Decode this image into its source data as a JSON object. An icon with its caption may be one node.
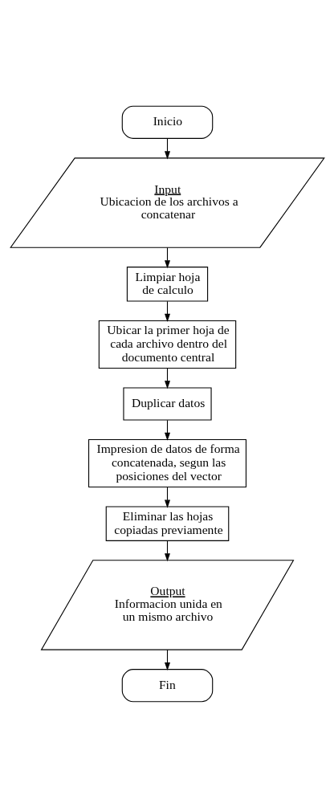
{
  "diagram": {
    "nodes": [
      {
        "text": [
          "Inicio"
        ]
      },
      {
        "text": [
          "Input",
          "Ubicacion de los archivos a concatenar"
        ]
      },
      {
        "text": [
          "Limpiar hoja de calculo"
        ]
      },
      {
        "text": [
          "Ubicar la primer hoja de cada archivo dentro del documento central"
        ]
      },
      {
        "text": [
          "Duplicar datos"
        ]
      },
      {
        "text": [
          "Impresion de datos de forma concatenada, segun las posiciones del vector"
        ]
      },
      {
        "text": [
          "Eliminar las hojas copiadas previamente"
        ]
      },
      {
        "text": [
          "Output",
          "Informacion unida en un mismo archivo"
        ]
      },
      {
        "text": [
          "Fin"
        ]
      }
    ],
    "edges": [
      {
        "from": 0,
        "to": 1,
        "arrow": "to"
      },
      {
        "from": 1,
        "to": 2,
        "arrow": "to"
      },
      {
        "from": 2,
        "to": 3,
        "arrow": "to"
      },
      {
        "from": 3,
        "to": 4,
        "arrow": "to"
      },
      {
        "from": 4,
        "to": 5,
        "arrow": "to"
      },
      {
        "from": 5,
        "to": 6,
        "arrow": "to"
      },
      {
        "from": 6,
        "to": 7,
        "arrow": "to"
      },
      {
        "from": 7,
        "to": 8,
        "arrow": "to"
      }
    ]
  }
}
